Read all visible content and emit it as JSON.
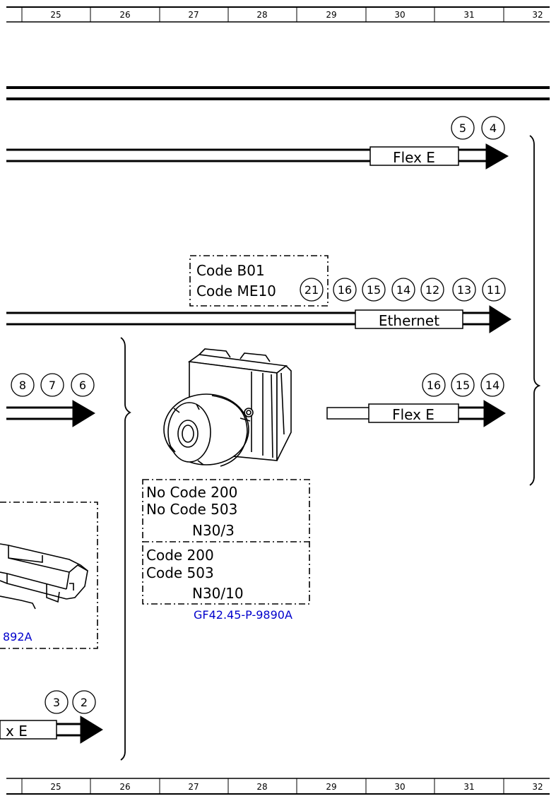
{
  "rulers": {
    "top": [
      "25",
      "26",
      "27",
      "28",
      "29",
      "30",
      "31",
      "32"
    ],
    "bottom": [
      "25",
      "26",
      "27",
      "28",
      "29",
      "30",
      "31",
      "32"
    ]
  },
  "connectors": {
    "flex_top": {
      "label": "Flex E",
      "pins": [
        "5",
        "4"
      ]
    },
    "ethernet": {
      "label": "Ethernet",
      "pins": [
        "21",
        "16",
        "15",
        "14",
        "12",
        "13",
        "11"
      ]
    },
    "flex_mid": {
      "label": "Flex E",
      "pins": [
        "16",
        "15",
        "14"
      ]
    },
    "left_mid": {
      "pins": [
        "8",
        "7",
        "6"
      ]
    },
    "flex_bottom": {
      "label": "x E",
      "pins": [
        "3",
        "2"
      ]
    }
  },
  "code_box_top": {
    "line1": "Code B01",
    "line2": "Code ME10"
  },
  "component_box": {
    "upper": {
      "line1": "No Code 200",
      "line2": "No Code 503",
      "name": "N30/3"
    },
    "lower": {
      "line1": "Code 200",
      "line2": "Code 503",
      "name": "N30/10"
    }
  },
  "figure_refs": {
    "main": "GF42.45-P-9890A",
    "left": "892A"
  },
  "colors": {
    "line": "#000000",
    "reference": "#0000cc"
  }
}
